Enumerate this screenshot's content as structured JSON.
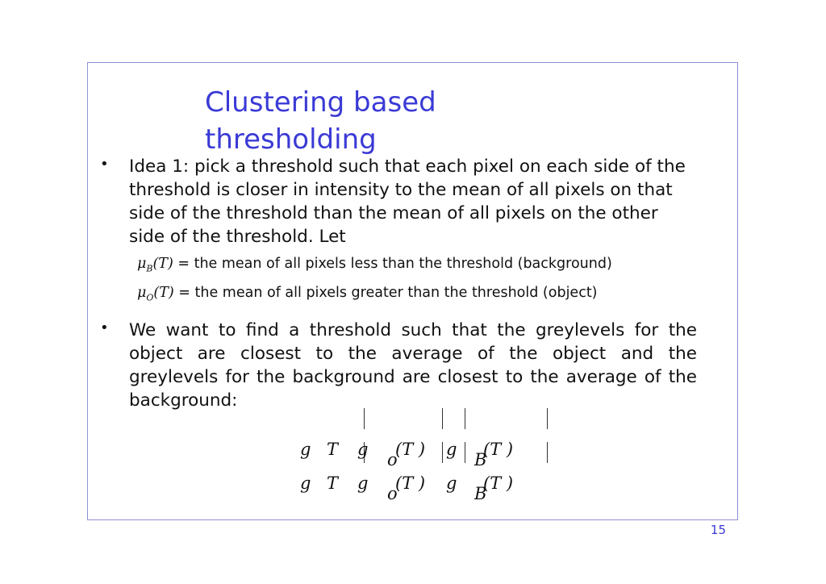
{
  "slide": {
    "title": "Clustering based thresholding",
    "bullets": [
      {
        "text": "Idea 1: pick a threshold such that each pixel on each side of the  threshold is closer in intensity to the mean of all pixels on that side  of the threshold than the mean of all pixels on the other side of the  threshold. Let",
        "definitions": [
          {
            "symbol": "μ",
            "subscript": "B",
            "arg": "(T)",
            "text": " = the mean of all pixels less than the threshold (background)"
          },
          {
            "symbol": "μ",
            "subscript": "O",
            "arg": "(T)",
            "text": " = the mean of all pixels greater than the threshold (object)"
          }
        ]
      },
      {
        "text": "We want to find a threshold such that the greylevels for the object   are closest to the average of the object and the greylevels for the  background are closest to the average of the background:"
      }
    ],
    "formula": {
      "line1": {
        "g": "g",
        "T": "T",
        "g2": "g",
        "o": "o",
        "arg1": "(T )",
        "g3": "g",
        "B": "B",
        "arg2": "(T )"
      },
      "line2": {
        "g": "g",
        "T": "T",
        "g2": "g",
        "o": "o",
        "arg1": "(T )",
        "g3": "g",
        "B": "B",
        "arg2": "(T )"
      }
    },
    "page_number": "15",
    "colors": {
      "title": "#3a3ad6",
      "frame": "#8f8fd6"
    }
  }
}
